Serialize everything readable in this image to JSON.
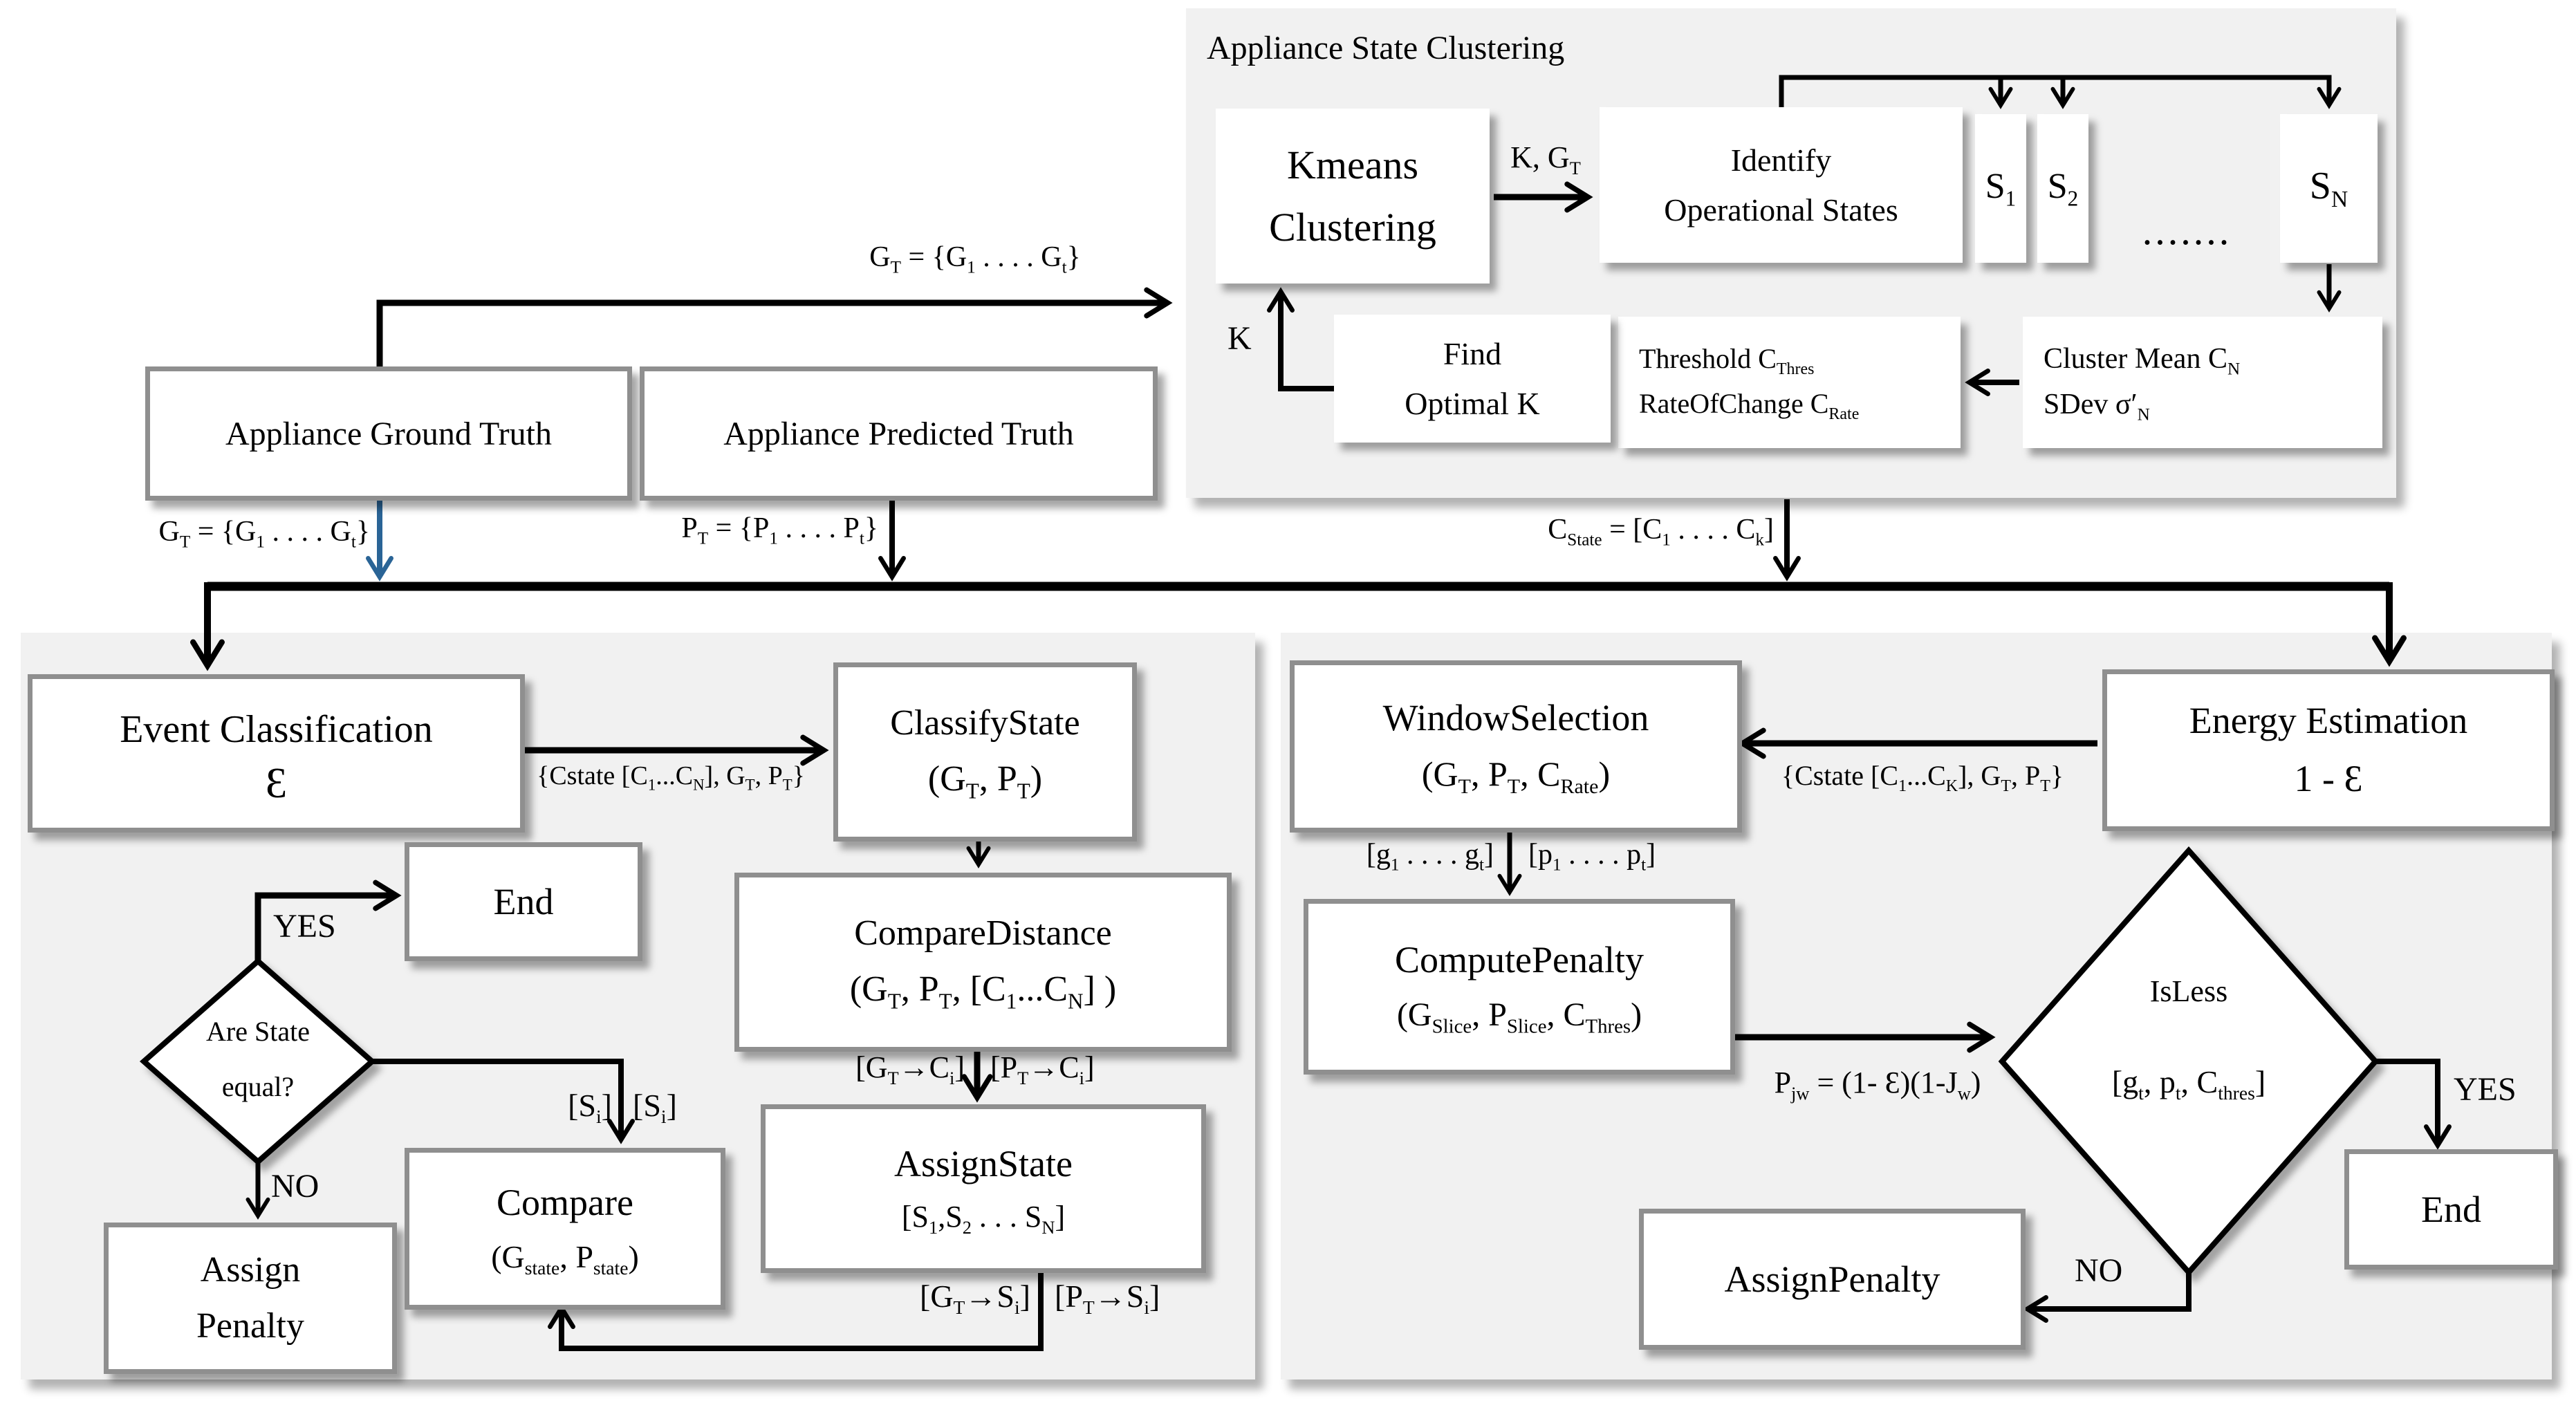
{
  "colors": {
    "page_bg": "#ffffff",
    "panel_bg": "#f1f1f1",
    "box_border_gray": "#8f8f8f",
    "line_black": "#000000",
    "accent_blue": "#2a6496"
  },
  "clustering_panel": {
    "title": "Appliance State Clustering",
    "kmeans": {
      "line1": "Kmeans",
      "line2": "Clustering"
    },
    "k_gt_label": "K, G_{T}",
    "identify": {
      "line1": "Identify",
      "line2": "Operational States"
    },
    "s1": "S_{1}",
    "s2": "S_{2}",
    "dots": ".......",
    "sn": "S_{N}",
    "cluster_mean": {
      "line1": "Cluster Mean C_{N}",
      "line2": "SDev σ′_{N}"
    },
    "threshold": {
      "line1": "Threshold C_{Thres}",
      "line2": "RateOfChange C_{Rate}"
    },
    "find_k": {
      "line1": "Find",
      "line2": "Optimal K"
    },
    "k_label": "K",
    "cstate_out_label": "C_{State} = [C_{1} . . . . C_{k}]"
  },
  "inputs": {
    "ground_truth": "Appliance Ground Truth",
    "predicted_truth": "Appliance Predicted Truth",
    "gt_top_label": "G_{T} = {G_{1} . . . . G_{t}}",
    "gt_down_label": "G_{T} = {G_{1} . . . . G_{t}}",
    "pt_down_label": "P_{T} = {P_{1} . . . . P_{t}}"
  },
  "event_panel": {
    "event_classification": {
      "line1": "Event Classification",
      "line2": "Ɛ"
    },
    "classify_state": {
      "line1": "ClassifyState",
      "line2": "(G_{T}, P_{T})"
    },
    "cstate_arrow_label": "{Cstate [C_{1}...C_{N}], G_{T}, P_{T}}",
    "compare_distance": {
      "line1": "CompareDistance",
      "line2": "(G_{T}, P_{T}, [C_{1}...C_{N}] )"
    },
    "gt_ci": "[G_{T}→C_{i}]",
    "pt_ci": "[P_{T}→C_{i}]",
    "assign_state": {
      "line1": "AssignState",
      "line2": "[S_{1},S_{2} . . . S_{N}]"
    },
    "gt_si": "[G_{T}→S_{i}]",
    "pt_si": "[P_{T}→S_{i}]",
    "yes": "YES",
    "no": "NO",
    "end": "End",
    "decision": {
      "line1": "Are State",
      "line2": "equal?"
    },
    "si_left": "[S_{i}]",
    "si_right": "[S_{i}]",
    "assign_penalty": {
      "line1": "Assign",
      "line2": "Penalty"
    },
    "compare": {
      "line1": "Compare",
      "line2": "(G_{state}, P_{state})"
    }
  },
  "energy_panel": {
    "window_selection": {
      "line1": "WindowSelection",
      "line2": "(G_{T}, P_{T}, C_{Rate})"
    },
    "cstate_arrow_label": "{Cstate [C_{1}...C_{K}], G_{T}, P_{T}}",
    "energy_estimation": {
      "line1": "Energy Estimation",
      "line2": "1 - Ɛ"
    },
    "g_slice": "[g_{1} . . . . g_{t}]",
    "p_slice": "[p_{1} . . . . p_{t}]",
    "compute_penalty": {
      "line1": "ComputePenalty",
      "line2": "(G_{Slice}, P_{Slice}, C_{Thres})"
    },
    "penalty_eq": "P_{jw} = (1- Ɛ)(1-J_{w})",
    "decision": {
      "line1": "IsLess",
      "line2": "[g_{t}, p_{t}, C_{thres}]"
    },
    "yes": "YES",
    "no": "NO",
    "end": "End",
    "assign_penalty": "AssignPenalty"
  }
}
